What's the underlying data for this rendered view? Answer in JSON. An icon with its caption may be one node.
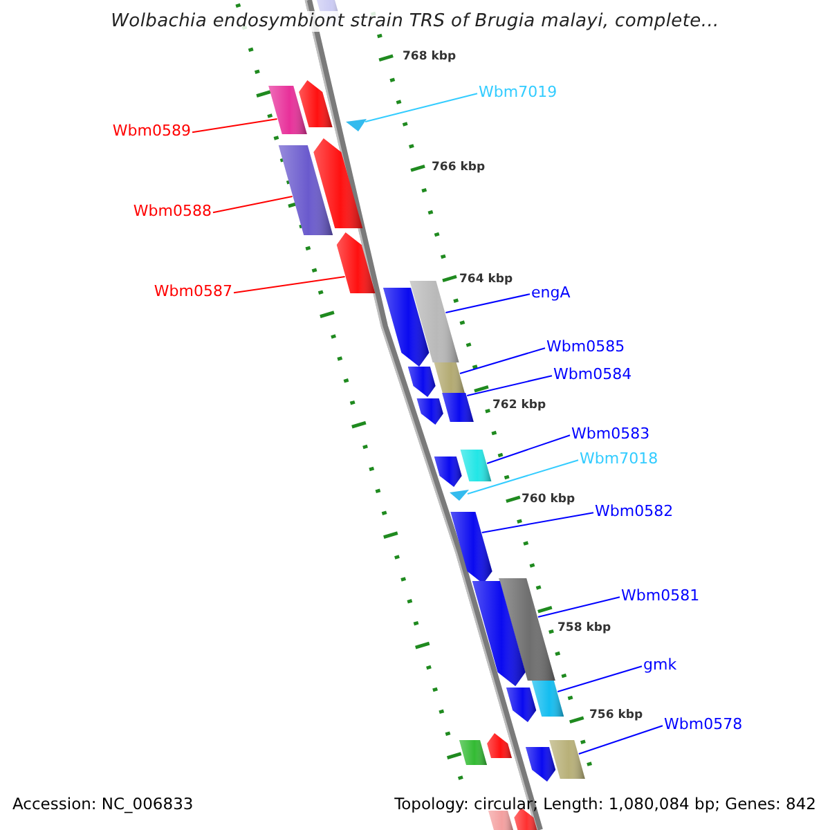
{
  "diagram": {
    "title": "Wolbachia endosymbiont strain TRS of Brugia malayi, complete...",
    "nodes": [
      {
        "text": [
          "Wbm7019"
        ]
      },
      {
        "text": [
          "Wbm0589"
        ]
      },
      {
        "text": [
          "Wbm0588"
        ]
      },
      {
        "text": [
          "Wbm0587"
        ]
      },
      {
        "text": [
          "engA"
        ]
      },
      {
        "text": [
          "Wbm0585"
        ]
      },
      {
        "text": [
          "Wbm0584"
        ]
      },
      {
        "text": [
          "Wbm0583"
        ]
      },
      {
        "text": [
          "Wbm7018"
        ]
      },
      {
        "text": [
          "Wbm0582"
        ]
      },
      {
        "text": [
          "Wbm0581"
        ]
      },
      {
        "text": [
          "gmk"
        ]
      },
      {
        "text": [
          "Wbm0578"
        ]
      },
      {
        "text": [],
        "shape": "triangle"
      },
      {
        "text": [],
        "shape": "box"
      },
      {
        "text": [],
        "shape": "box"
      },
      {
        "text": [],
        "shape": "arrow"
      },
      {
        "text": [],
        "shape": "box"
      },
      {
        "text": [],
        "shape": "box"
      },
      {
        "text": [],
        "shape": "box"
      },
      {
        "text": [],
        "shape": "box"
      },
      {
        "text": [],
        "shape": "triangle"
      },
      {
        "text": [],
        "shape": "arrow"
      },
      {
        "text": [],
        "shape": "box"
      },
      {
        "text": [],
        "shape": "box"
      },
      {
        "text": [],
        "shape": "box"
      },
      {
        "text": [],
        "shape": "box"
      },
      {
        "text": [],
        "shape": "arrow"
      },
      {
        "text": [],
        "shape": "arrow"
      },
      {
        "text": [],
        "shape": "arrow"
      },
      {
        "text": [],
        "shape": "arrow"
      },
      {
        "text": [],
        "shape": "arrow"
      },
      {
        "text": [],
        "shape": "arrow"
      },
      {
        "text": [],
        "shape": "arrow"
      },
      {
        "text": [],
        "shape": "arrow"
      },
      {
        "text": [],
        "shape": "box"
      },
      {
        "text": [],
        "shape": "arrow"
      },
      {
        "text": [],
        "shape": "arrow"
      },
      {
        "text": [],
        "shape": "box"
      },
      {
        "text": [],
        "shape": "arrow"
      }
    ],
    "edges": [
      {
        "from": 0,
        "to": 13,
        "arrow": "none",
        "color": "#33ccff"
      },
      {
        "from": 1,
        "to": 14,
        "arrow": "none",
        "color": "#ff0000"
      },
      {
        "from": 2,
        "to": 15,
        "arrow": "none",
        "color": "#ff0000"
      },
      {
        "from": 3,
        "to": 16,
        "arrow": "none",
        "color": "#ff0000"
      },
      {
        "from": 4,
        "to": 17,
        "arrow": "none"
      },
      {
        "from": 5,
        "to": 18,
        "arrow": "none"
      },
      {
        "from": 6,
        "to": 19,
        "arrow": "none"
      },
      {
        "from": 7,
        "to": 20,
        "arrow": "none"
      },
      {
        "from": 8,
        "to": 21,
        "arrow": "none",
        "color": "#33ccff"
      },
      {
        "from": 9,
        "to": 22,
        "arrow": "none"
      },
      {
        "from": 10,
        "to": 23,
        "arrow": "none"
      },
      {
        "from": 11,
        "to": 24,
        "arrow": "none"
      },
      {
        "from": 12,
        "to": 25,
        "arrow": "none"
      }
    ],
    "labels": [
      "768 kbp",
      "766 kbp",
      "764 kbp",
      "762 kbp",
      "760 kbp",
      "758 kbp",
      "756 kbp",
      "Accession: NC_006833",
      "Topology: circular; Length: 1,080,084 bp; Genes: 842"
    ]
  }
}
